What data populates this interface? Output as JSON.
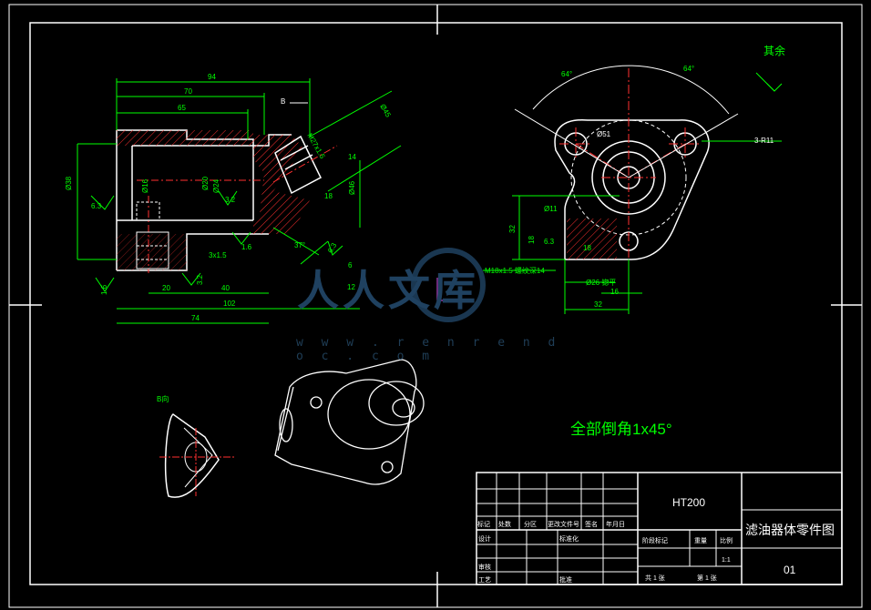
{
  "colors": {
    "background": "#000000",
    "frame": "#ffffff",
    "part": "#ffffff",
    "dimension": "#00ff00",
    "centerline": "#ff0000",
    "hatch": "#ff0000",
    "watermark": "#1f4160",
    "note": "#00ff00"
  },
  "notes": {
    "chamfer": "全部倒角1x45°",
    "roughness_other": "其余",
    "view_b": "B向",
    "b_marker": "B"
  },
  "watermark": {
    "brand": "人人文库",
    "url": "w w w . r e n r e n d o c . c o m"
  },
  "dims_front": {
    "d94": "94",
    "d70": "70",
    "d65": "65",
    "d102": "102",
    "d74": "74",
    "d40": "40",
    "d20": "20",
    "phi38": "Ø38",
    "phi16": "Ø16",
    "phi20": "Ø20",
    "phi46": "Ø46",
    "phi24": "Ø24",
    "r63": "6.3",
    "r32": "3.2",
    "r16": "1.6",
    "r16b": "1.6",
    "r32b": "3.2",
    "r63b": "6.3",
    "chamfer": "3x1.5",
    "a37": "37°",
    "d6": "6",
    "d14": "14",
    "d18": "18",
    "d12": "12",
    "thread": "M27x1.5",
    "phi45": "Ø45"
  },
  "dims_side": {
    "a64l": "64°",
    "a64r": "64°",
    "phi51": "Ø51",
    "r11": "3-R11",
    "phi11": "Ø11",
    "d32": "32",
    "d18": "18",
    "r63": "6.3",
    "d32b": "32",
    "d16": "16",
    "phi26": "Ø26 锪平",
    "thread": "M18x1.5 螺纹深14",
    "d18b": "18"
  },
  "title_block": {
    "material": "HT200",
    "name": "滤油器体零件图",
    "drawing_no": "01",
    "scale": "1:1",
    "col_mark": "标记",
    "col_count": "处数",
    "col_zone": "分区",
    "col_change_doc": "更改文件号",
    "col_sign": "签名",
    "col_date": "年月日",
    "design": "设计",
    "standard": "标准化",
    "review": "审核",
    "process": "工艺",
    "approve": "批准",
    "stage_mark": "阶段标记",
    "weight": "重量",
    "ratio": "比例",
    "sheets_total": "共 1 张",
    "sheet_no": "第 1 张"
  }
}
